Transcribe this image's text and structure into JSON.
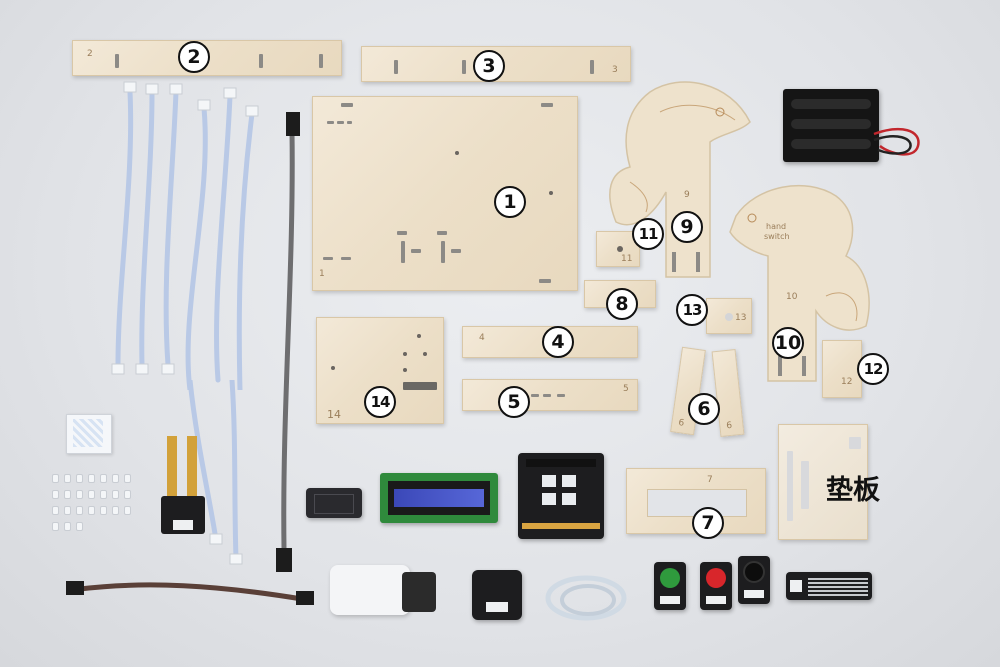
{
  "labels": {
    "p1": "1",
    "p2": "2",
    "p3": "3",
    "p4": "4",
    "p5": "5",
    "p6": "6",
    "p7": "7",
    "p8": "8",
    "p9": "9",
    "p10": "10",
    "p11": "11",
    "p12": "12",
    "p13": "13",
    "p14": "14",
    "pad": "垫板"
  },
  "engravings": {
    "e1": "1",
    "e2": "2",
    "e3": "3",
    "e4": "4",
    "e5": "5",
    "e6a": "6",
    "e6b": "6",
    "e7": "7",
    "e9": "9",
    "e10": "10",
    "e11": "11",
    "e12": "12",
    "e13": "13",
    "e14": "14",
    "hand_switch_line1": "hand",
    "hand_switch_line2": "switch"
  },
  "colors": {
    "wood": "#ecdfc8",
    "background": "#e2e4e8",
    "pcb": "#1d1d1f",
    "button_green": "#2f9a3d",
    "button_red": "#d8262b",
    "cable_blue": "#b9c9e6"
  }
}
